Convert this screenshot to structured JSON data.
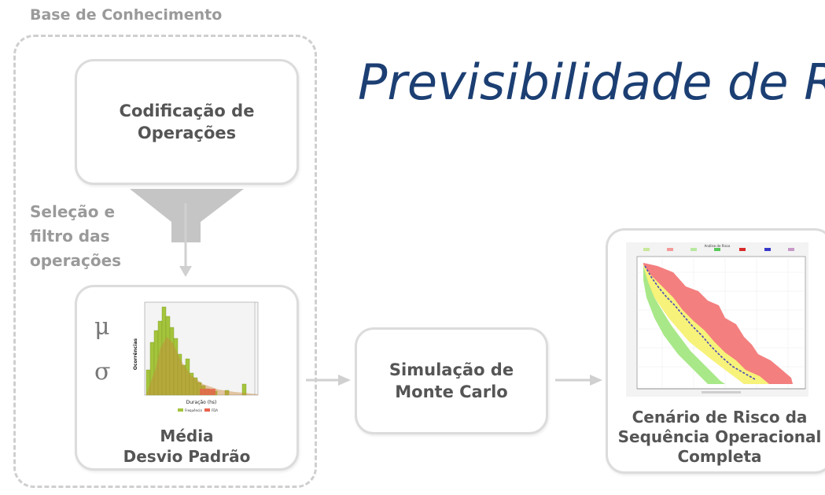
{
  "knowledge_base": {
    "title": "Base de Conhecimento"
  },
  "slide": {
    "title": "Previsibilidade de R"
  },
  "boxes": {
    "coding": {
      "line1": "Codificação de",
      "line2": "Operações"
    },
    "filter_label": {
      "line1": "Seleção e",
      "line2": "filtro das",
      "line3": "operações"
    },
    "stats": {
      "mu": "μ",
      "sigma": "σ",
      "line1": "Média",
      "line2": "Desvio Padrão"
    },
    "simulation": {
      "line1": "Simulação de",
      "line2": "Monte Carlo"
    },
    "scenario": {
      "line1": "Cenário de Risco da",
      "line2": "Sequência Operacional",
      "line3": "Completa"
    }
  },
  "histogram": {
    "x_label": "Duração (hs)",
    "y_label": "Ocorrências",
    "legend": [
      "Frequência",
      "FDA"
    ],
    "colors": {
      "bars": "#a4c43c",
      "overlay": "#c98a3a",
      "tail": "#e9624f"
    }
  },
  "risk_chart": {
    "title": "Análise de Risco",
    "legend_colors": [
      "#c8e89a",
      "#f49a9a",
      "#b8e8a0",
      "#58c858",
      "#d82a2a",
      "#3838c8",
      "#c898c8"
    ],
    "colors": {
      "red": "#f47f7f",
      "yellow": "#f7f27a",
      "green": "#a8e888",
      "line": "#4a4ab8"
    }
  }
}
